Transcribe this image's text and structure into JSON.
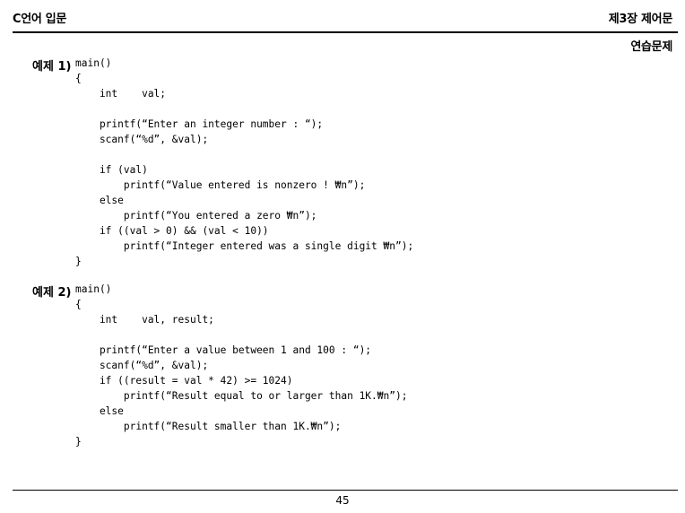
{
  "header": {
    "course_title": "C언어 입문",
    "chapter_title": "제3장 제어문"
  },
  "subtitle": "연습문제",
  "examples": [
    {
      "label": "예제 1)",
      "code_lines": [
        "main()",
        "{",
        "    int    val;",
        "",
        "    printf(“Enter an integer number : “);",
        "    scanf(“%d”, &val);",
        "",
        "    if (val)",
        "        printf(“Value entered is nonzero ! ₩n”);",
        "    else",
        "        printf(“You entered a zero ₩n”);",
        "    if ((val > 0) && (val < 10))",
        "        printf(“Integer entered was a single digit ₩n”);",
        "}"
      ]
    },
    {
      "label": "예제 2)",
      "code_lines": [
        "main()",
        "{",
        "    int    val, result;",
        "",
        "    printf(“Enter a value between 1 and 100 : “);",
        "    scanf(“%d”, &val);",
        "    if ((result = val * 42) >= 1024)",
        "        printf(“Result equal to or larger than 1K.₩n”);",
        "    else",
        "        printf(“Result smaller than 1K.₩n”);",
        "}"
      ]
    }
  ],
  "footer": {
    "page_number": "45"
  }
}
